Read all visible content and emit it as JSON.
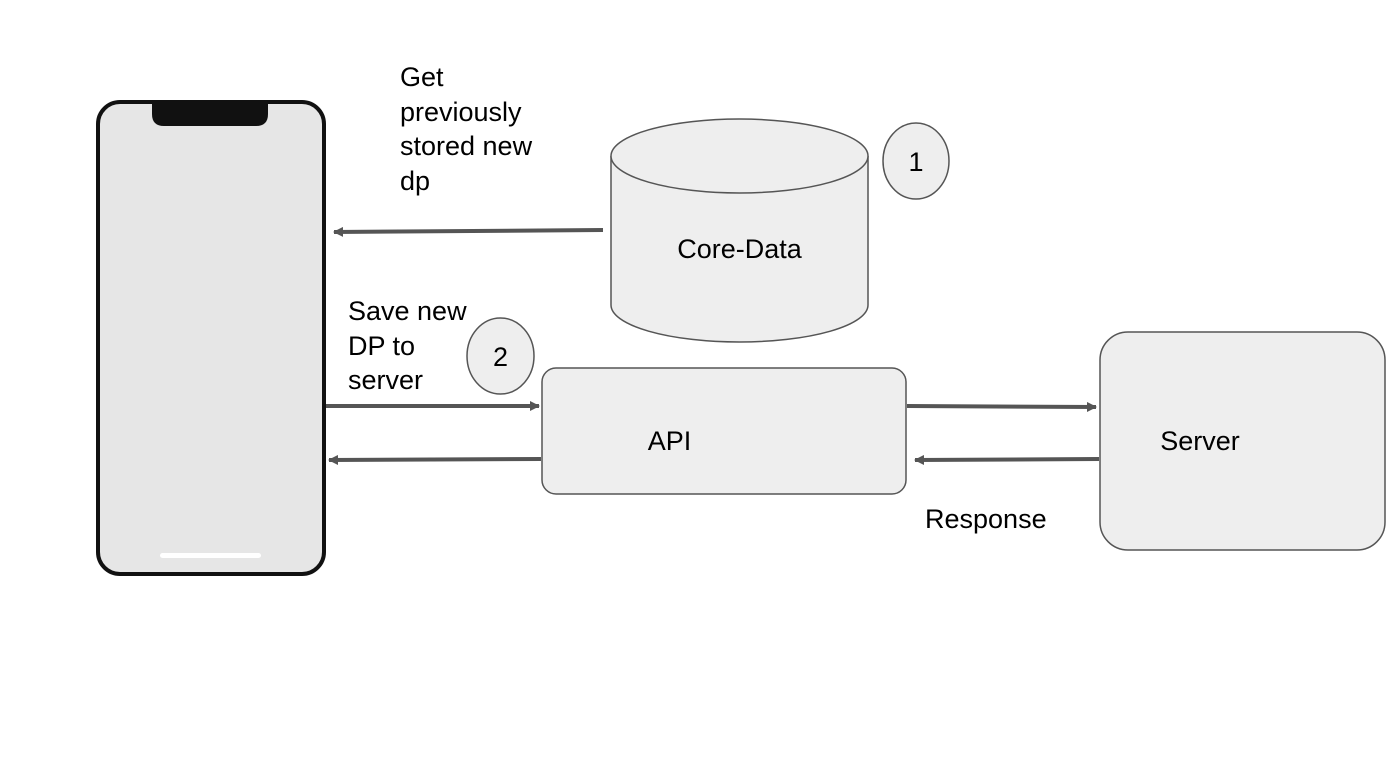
{
  "diagram": {
    "nodes": {
      "phone": {
        "label": ""
      },
      "core_data": {
        "label": "Core-Data"
      },
      "api": {
        "label": "API"
      },
      "server": {
        "label": "Server"
      }
    },
    "step_badges": [
      "1",
      "2"
    ],
    "edge_labels": {
      "get_from_core_data": "Get\npreviously\nstored new\ndp",
      "save_to_server": "Save new\nDP to\nserver",
      "response": "Response"
    },
    "colors": {
      "shape_fill": "#eeeeee",
      "phone_screen": "#e6e6e6",
      "outline": "#555555",
      "phone_frame": "#111111",
      "arrow": "#555555"
    }
  }
}
